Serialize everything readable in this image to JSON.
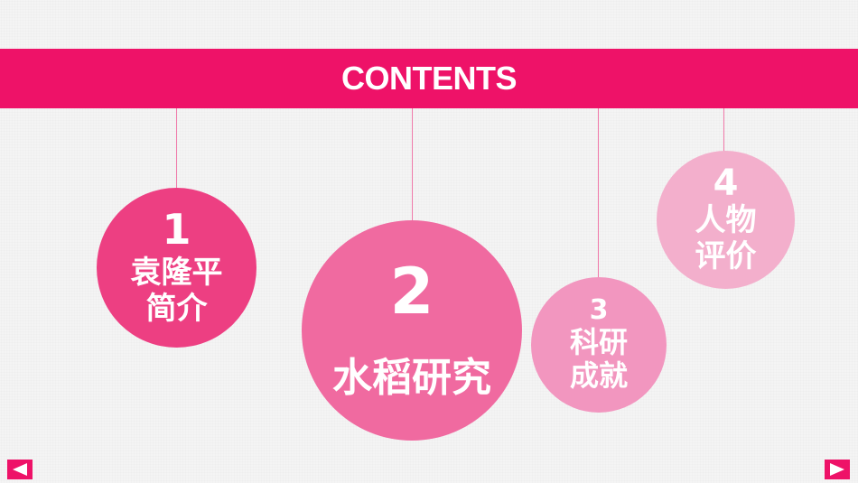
{
  "header": {
    "title": "CONTENTS",
    "background_color": "#ee1268"
  },
  "items": [
    {
      "number": "1",
      "label_line1": "袁隆平",
      "label_line2": "简介",
      "color": "#ed3f82"
    },
    {
      "number": "2",
      "label_line1": "水稻研究",
      "label_line2": "",
      "color": "#f06aa0"
    },
    {
      "number": "3",
      "label_line1": "科研",
      "label_line2": "成就",
      "color": "#f296bf"
    },
    {
      "number": "4",
      "label_line1": "人物",
      "label_line2": "评价",
      "color": "#f3afcc"
    }
  ],
  "navigation": {
    "prev_icon": "triangle-left",
    "next_icon": "triangle-right"
  }
}
